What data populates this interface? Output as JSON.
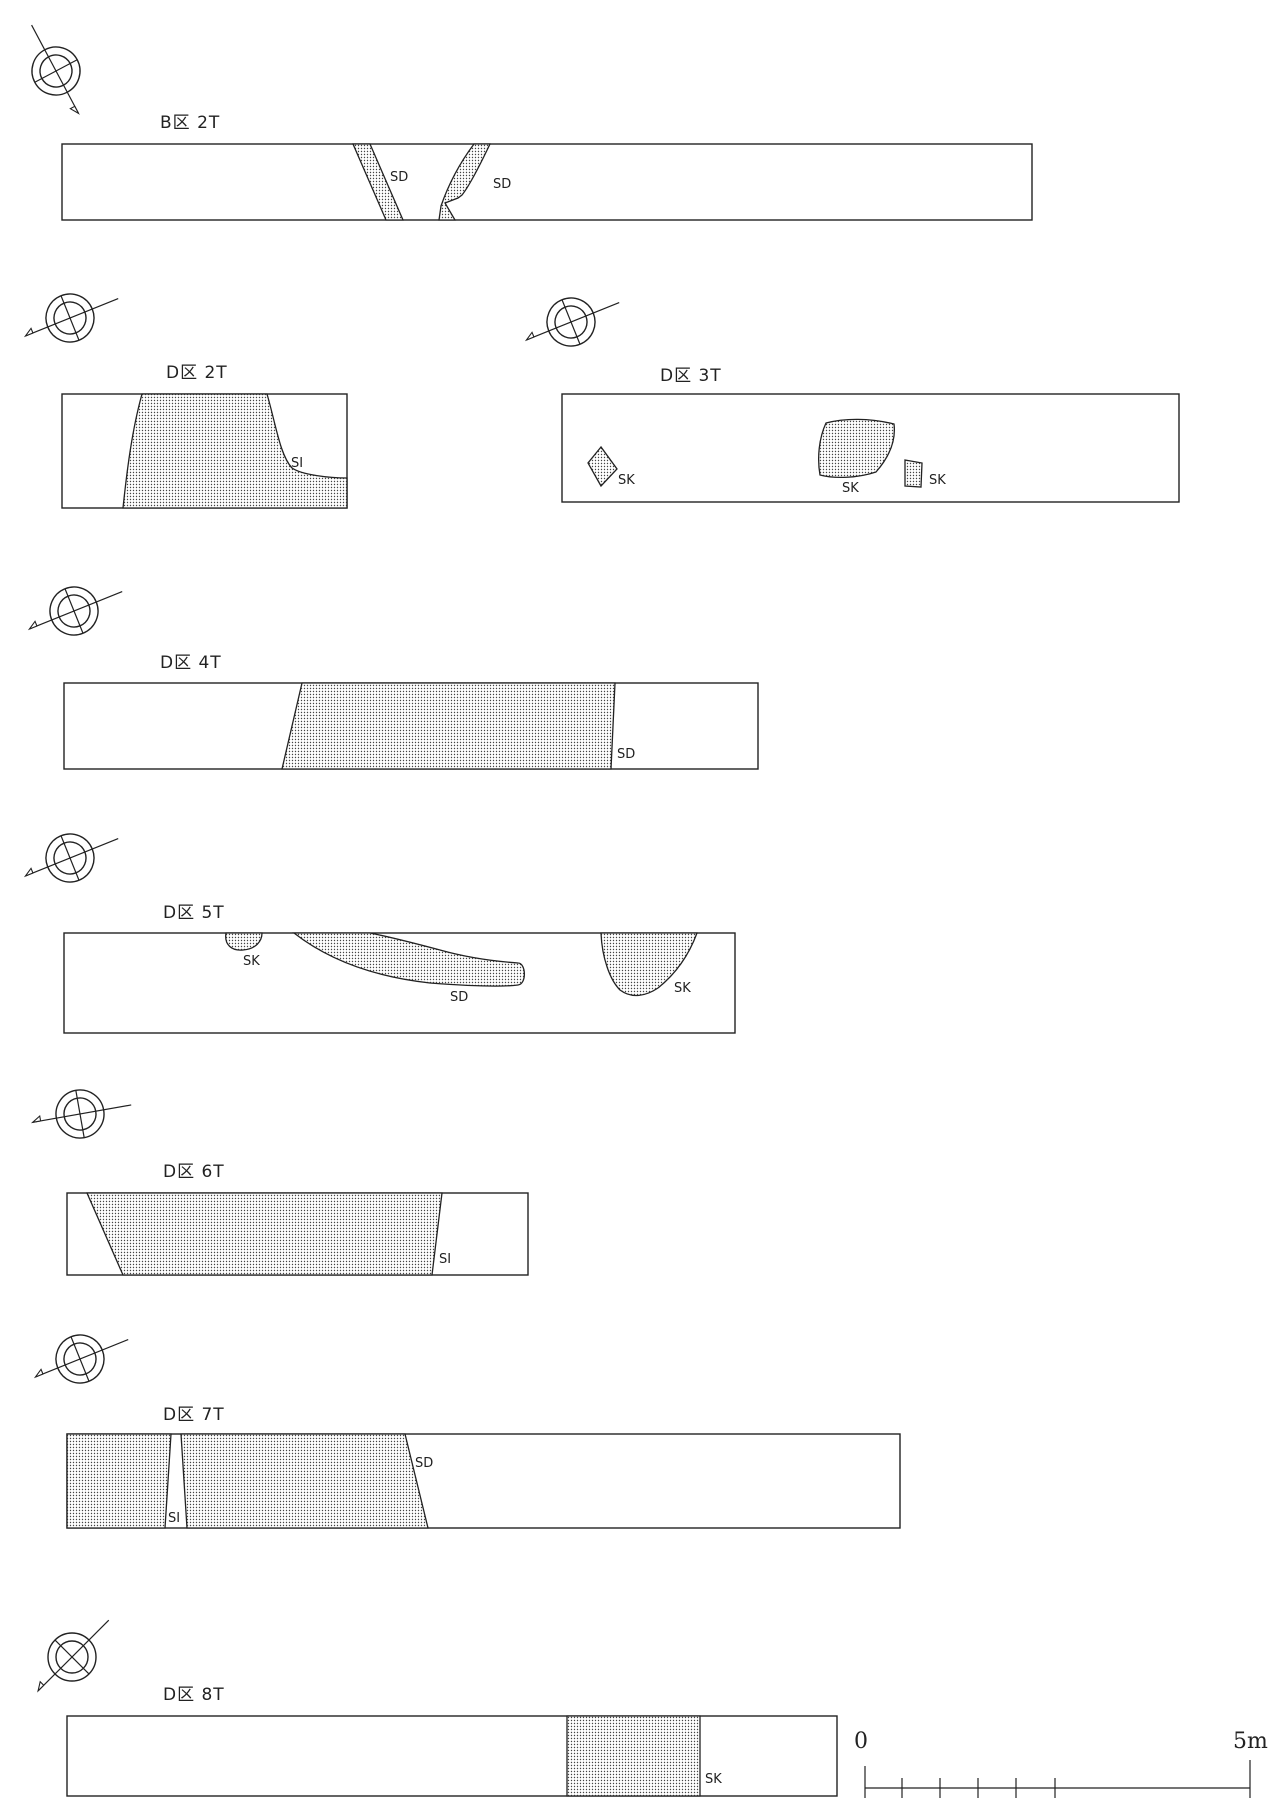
{
  "trenches": [
    {
      "title": "B区 2T",
      "labels": [
        "SD",
        "SD"
      ]
    },
    {
      "title": "D区 2T",
      "labels": [
        "SI"
      ]
    },
    {
      "title": "D区 3T",
      "labels": [
        "SK",
        "SK",
        "SK"
      ]
    },
    {
      "title": "D区 4T",
      "labels": [
        "SD"
      ]
    },
    {
      "title": "D区 5T",
      "labels": [
        "SK",
        "SD",
        "SK"
      ]
    },
    {
      "title": "D区 6T",
      "labels": [
        "SI"
      ]
    },
    {
      "title": "D区 7T",
      "labels": [
        "SD",
        "SI"
      ]
    },
    {
      "title": "D区 8T",
      "labels": [
        "SK"
      ]
    }
  ],
  "scale": {
    "start": "0",
    "end": "5m"
  },
  "icons": {
    "north": "north-arrow-icon"
  }
}
